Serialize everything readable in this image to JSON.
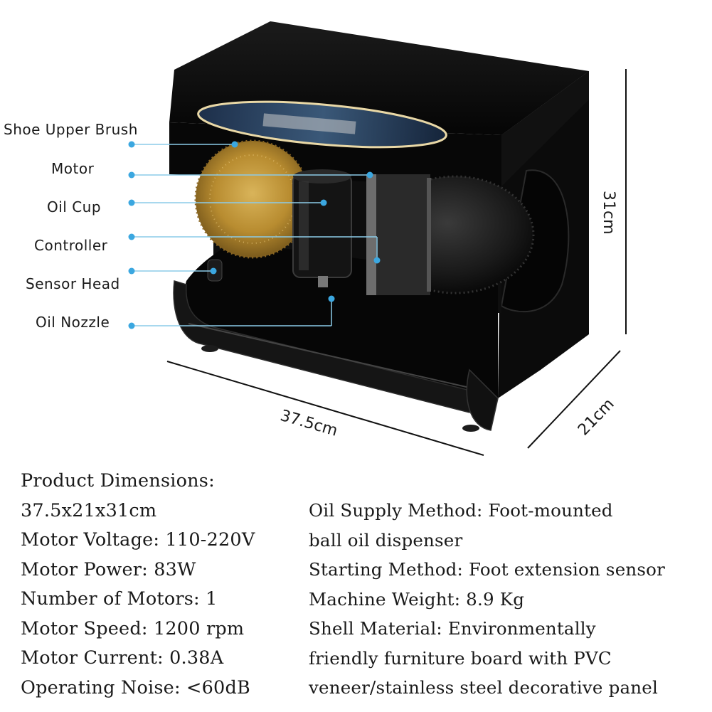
{
  "product_image": {
    "subject": "shoe-polishing-machine"
  },
  "callouts": [
    {
      "label": "Shoe Upper Brush"
    },
    {
      "label": "Motor"
    },
    {
      "label": "Oil Cup"
    },
    {
      "label": "Controller"
    },
    {
      "label": "Sensor Head"
    },
    {
      "label": "Oil Nozzle"
    }
  ],
  "dimensions": {
    "height": "31cm",
    "width": "37.5cm",
    "depth": "21cm"
  },
  "specs": {
    "left": [
      "Product Dimensions:",
      "37.5x21x31cm",
      "Motor Voltage: 110-220V",
      "Motor Power: 83W",
      "Number of Motors: 1",
      "Motor Speed: 1200 rpm",
      "Motor Current: 0.38A",
      "Operating Noise: <60dB"
    ],
    "right": [
      "Oil Supply Method: Foot-mounted",
      "ball oil dispenser",
      "Starting Method: Foot extension sensor",
      "Machine Weight: 8.9 Kg",
      "Shell Material: Environmentally",
      "friendly furniture board with PVC",
      "veneer/stainless steel decorative panel"
    ]
  },
  "colors": {
    "callout_line": "#8ccbe8",
    "callout_dot": "#3ba7e0",
    "shell": "#0d0d0d",
    "brush_left": "#b58a2e",
    "brush_right": "#1c1c1c"
  }
}
